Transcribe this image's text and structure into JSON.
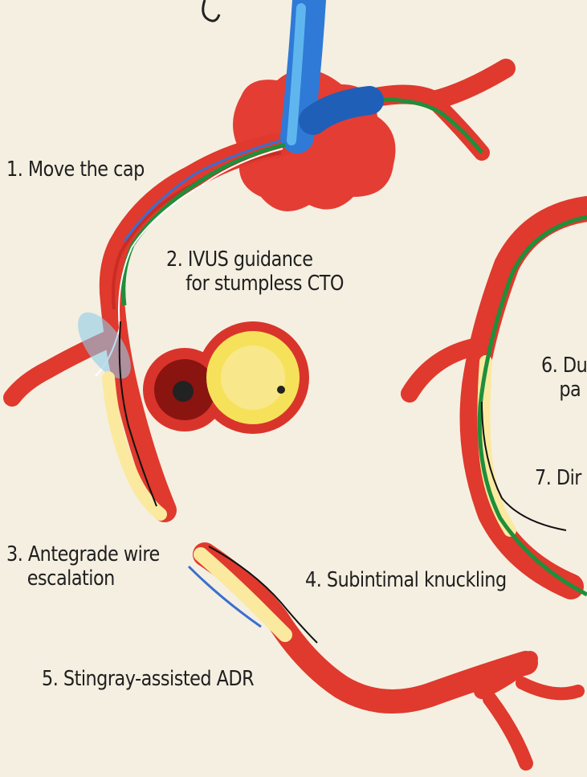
{
  "labels": {
    "move_cap": "1. Move the cap",
    "ivus_line1": "2. IVUS guidance",
    "ivus_line2": "for stumpless CTO",
    "antegrade_line1": "3. Antegrade wire",
    "antegrade_line2": "escalation",
    "subintimal": "4. Subintimal knuckling",
    "stingray": "5. Stingray-assisted ADR",
    "dual_partial_line1": "6. Du",
    "dual_partial_line2": "pa",
    "direct_partial": "7. Dir"
  },
  "colors": {
    "background": "#f5efe1",
    "artery": "#e0392d",
    "artery_dark": "#b3201a",
    "plaque": "#fbe9a0",
    "vein": "#2f7ad6",
    "vein_light": "#5fb6ee",
    "wire_green": "#1e8f3a",
    "wire_blue": "#3a6fd0"
  }
}
